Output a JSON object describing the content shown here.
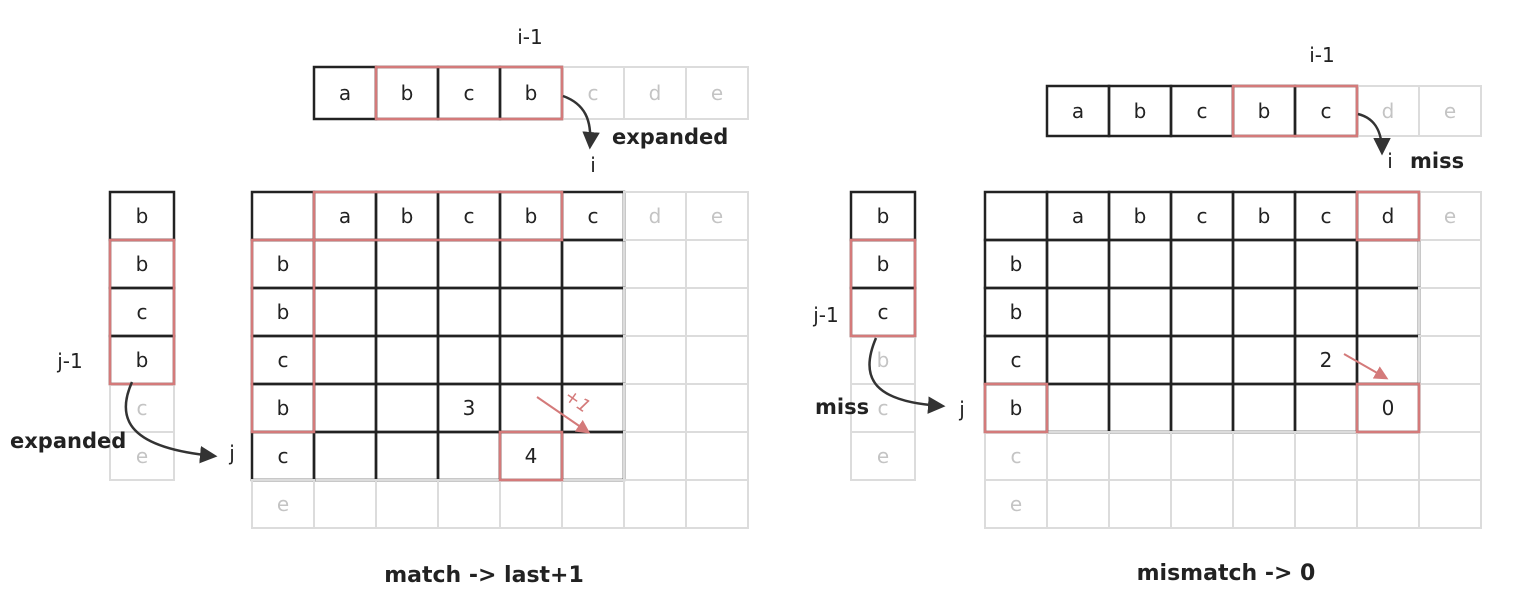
{
  "colors": {
    "active": "#222222",
    "faded": "#dcdcdc",
    "faded_text": "#c4c4c4",
    "highlight": "#d47a7a",
    "arrow_dark": "#333333",
    "background": "#ffffff"
  },
  "left": {
    "string_a": {
      "chars": [
        "a",
        "b",
        "c",
        "b",
        "c",
        "d",
        "e"
      ],
      "faded_from": 4,
      "highlight_range": [
        1,
        3
      ]
    },
    "string_b": {
      "chars": [
        "b",
        "b",
        "c",
        "b",
        "c",
        "e"
      ],
      "faded_from": 4,
      "highlight_range": [
        1,
        3
      ]
    },
    "table": {
      "col_headers": [
        "a",
        "b",
        "c",
        "b",
        "c",
        "d",
        "e"
      ],
      "row_headers": [
        "b",
        "b",
        "c",
        "b",
        "c",
        "e"
      ],
      "active_cols": 5,
      "active_rows": 5,
      "header_highlight_cols": [
        1,
        4
      ],
      "header_highlight_rows": [
        1,
        4
      ],
      "values": [
        {
          "row": 4,
          "col": 3,
          "text": "3",
          "boxed": false
        },
        {
          "row": 5,
          "col": 4,
          "text": "4",
          "boxed": true
        }
      ],
      "plus_label": "+1"
    },
    "labels": {
      "i_prev": "i-1",
      "i": "i",
      "j_prev": "j-1",
      "j": "j",
      "expanded_top": "expanded",
      "expanded_left": "expanded"
    },
    "caption": "match -> last+1"
  },
  "right": {
    "string_a": {
      "chars": [
        "a",
        "b",
        "c",
        "b",
        "c",
        "d",
        "e"
      ],
      "faded_from": 5,
      "highlight_range": [
        3,
        4
      ]
    },
    "string_b": {
      "chars": [
        "b",
        "b",
        "c",
        "b",
        "c",
        "e"
      ],
      "faded_from": 3,
      "highlight_range": [
        1,
        2
      ]
    },
    "table": {
      "col_headers": [
        "a",
        "b",
        "c",
        "b",
        "c",
        "d",
        "e"
      ],
      "row_headers": [
        "b",
        "b",
        "c",
        "b",
        "c",
        "e"
      ],
      "active_cols": 6,
      "active_rows": 4,
      "header_highlight_cols": [
        6,
        6
      ],
      "header_highlight_rows": [
        4,
        4
      ],
      "values": [
        {
          "row": 3,
          "col": 5,
          "text": "2",
          "boxed": false
        },
        {
          "row": 4,
          "col": 6,
          "text": "0",
          "boxed": true
        }
      ]
    },
    "labels": {
      "i_prev": "i-1",
      "i": "i",
      "miss_top": "miss",
      "j_prev": "j-1",
      "j": "j",
      "miss_left": "miss"
    },
    "caption": "mismatch -> 0"
  }
}
